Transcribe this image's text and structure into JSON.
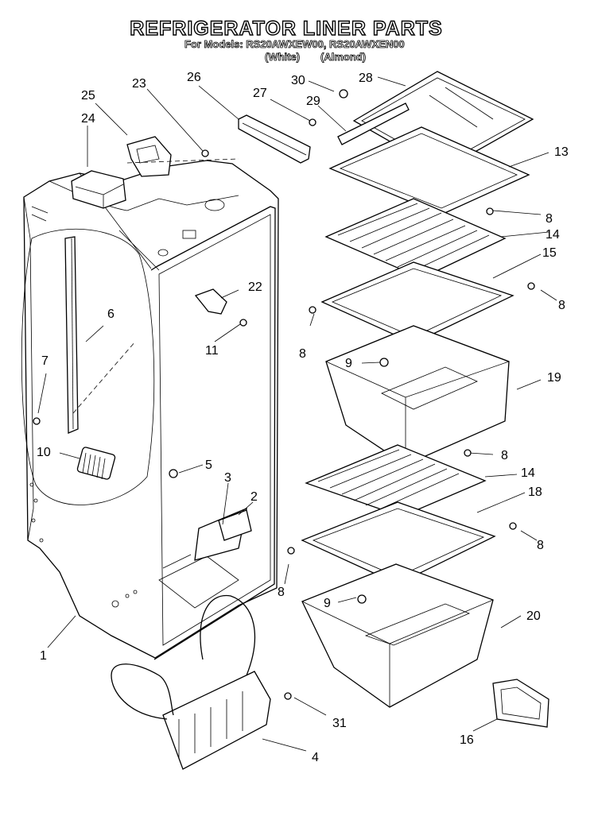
{
  "title": "REFRIGERATOR LINER PARTS",
  "models_line": "For Models: RS20AWXEW00, RS20AWXEN00",
  "color_white": "(White)",
  "color_almond": "(Almond)",
  "callouts": [
    "1",
    "2",
    "3",
    "4",
    "5",
    "6",
    "7",
    "8",
    "8",
    "8",
    "8",
    "8",
    "8",
    "9",
    "9",
    "10",
    "11",
    "13",
    "14",
    "14",
    "15",
    "16",
    "18",
    "19",
    "20",
    "22",
    "23",
    "24",
    "25",
    "26",
    "27",
    "28",
    "29",
    "30",
    "31"
  ]
}
